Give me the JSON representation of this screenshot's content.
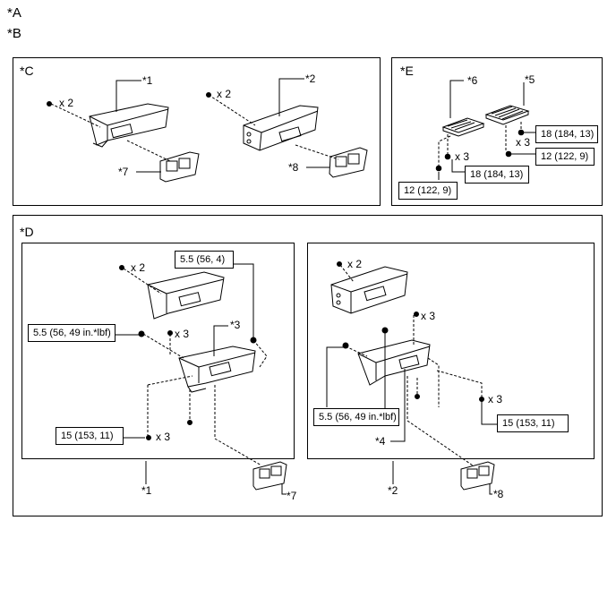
{
  "header": {
    "a": "*A",
    "b": "*B"
  },
  "panel_c": {
    "title": "*C",
    "labels": {
      "part1": "*1",
      "part2": "*2",
      "part7": "*7",
      "part8": "*8",
      "qty_left": "x 2",
      "qty_right": "x 2"
    }
  },
  "panel_e": {
    "title": "*E",
    "labels": {
      "part6": "*6",
      "part5": "*5",
      "qty_left": "x 3",
      "qty_right": "x 3"
    },
    "torques": {
      "t1": "18 (184, 13)",
      "t2": "12 (122, 9)",
      "t3": "18 (184, 13)",
      "t4": "12 (122, 9)"
    }
  },
  "panel_d": {
    "title": "*D",
    "left": {
      "labels": {
        "qty_top": "x 2",
        "qty_mid": "x 3",
        "qty_bottom": "x 3",
        "part3": "*3",
        "part7": "*7",
        "part1": "*1"
      },
      "torques": {
        "t_top": "5.5 (56, 4)",
        "t_mid": "5.5 (56, 49 in.*lbf)",
        "t_bottom": "15 (153, 11)"
      }
    },
    "right": {
      "labels": {
        "qty_top": "x 2",
        "qty_mid": "x 3",
        "qty_lower": "x 3",
        "part4": "*4",
        "part8": "*8",
        "part2": "*2"
      },
      "torques": {
        "t_mid": "5.5 (56, 49 in.*lbf)",
        "t_bottom": "15 (153, 11)"
      }
    }
  }
}
